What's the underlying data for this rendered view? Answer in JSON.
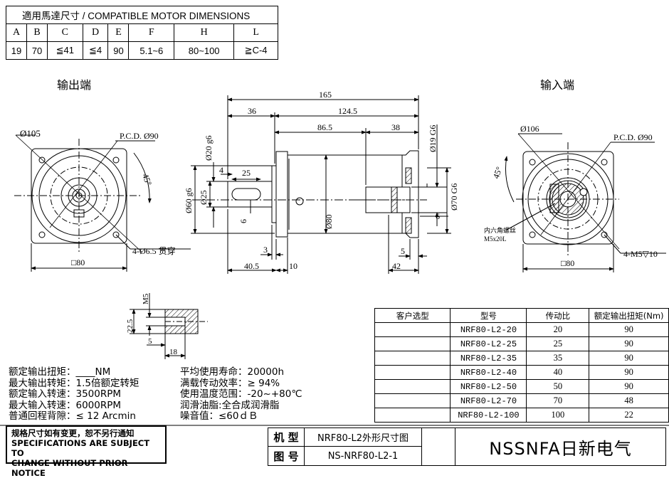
{
  "compat_table": {
    "title": "適用馬達尺寸 / COMPATIBLE MOTOR DIMENSIONS",
    "headers": [
      "A",
      "B",
      "C",
      "D",
      "E",
      "F",
      "H",
      "L"
    ],
    "values": [
      "19",
      "70",
      "≦41",
      "≦4",
      "90",
      "5.1~6",
      "80~100",
      "≧C-4"
    ]
  },
  "views": {
    "output_label": "输出端",
    "input_label": "输入端"
  },
  "output_view": {
    "diameter": "Ø105",
    "pcd": "P.C.D. Ø90",
    "angle": "45°",
    "holes": "4-Ø6.5 贯穿",
    "square": "□80"
  },
  "side_view": {
    "dims": {
      "overall": "165",
      "body": "124.5",
      "shaft_len": "36",
      "d86": "86.5",
      "d38": "38",
      "shaft_dia": "Ø20 g6",
      "pilot_dia": "Ø60 g6",
      "shaft_25": "Ø25",
      "key4": "4",
      "key25": "25",
      "key6": "6",
      "d80": "Ø80",
      "d3": "3",
      "d40_5": "40.5",
      "d10": "10",
      "d42": "42",
      "d5": "5",
      "in_dia": "Ø19 G6",
      "in_pilot": "Ø70 G6",
      "in6": "6"
    }
  },
  "input_view": {
    "diameter": "Ø106",
    "pcd": "P.C.D. Ø90",
    "angle": "45°",
    "screw_note_1": "内六角螺丝",
    "screw_note_2": "M5x20L",
    "holes": "4-M5▽10",
    "square": "□80"
  },
  "detail": {
    "m5": "M5",
    "d22_5": "22.5",
    "d5": "5",
    "d18": "18"
  },
  "specs": {
    "left": [
      {
        "label": "额定输出扭矩：",
        "value": "____NM"
      },
      {
        "label": "最大输出转矩：",
        "value": "1.5倍额定转矩"
      },
      {
        "label": "额定输入转速：",
        "value": "3500RPM"
      },
      {
        "label": "最大输入转速：",
        "value": "6000RPM"
      },
      {
        "label": "普通回程背隙：",
        "value": "≤ 12 Arcmin"
      }
    ],
    "right": [
      {
        "label": "平均使用寿命：",
        "value": "20000h"
      },
      {
        "label": "满载传动效率：",
        "value": "≥  94%"
      },
      {
        "label": "使用温度范围：",
        "value": "-20~+80℃"
      },
      {
        "label": "润滑油脂:",
        "value": "全合成润滑脂"
      },
      {
        "label": "噪音值",
        "value": "：≤60ｄＢ"
      }
    ]
  },
  "ratio_table": {
    "headers": [
      "客户选型",
      "型号",
      "传动比",
      "额定输出扭矩(Nm)"
    ],
    "rows": [
      {
        "customer": "",
        "model": "NRF80-L2-20",
        "ratio": "20",
        "torque": "90"
      },
      {
        "customer": "",
        "model": "NRF80-L2-25",
        "ratio": "25",
        "torque": "90"
      },
      {
        "customer": "",
        "model": "NRF80-L2-35",
        "ratio": "35",
        "torque": "90"
      },
      {
        "customer": "",
        "model": "NRF80-L2-40",
        "ratio": "40",
        "torque": "90"
      },
      {
        "customer": "",
        "model": "NRF80-L2-50",
        "ratio": "50",
        "torque": "90"
      },
      {
        "customer": "",
        "model": "NRF80-L2-70",
        "ratio": "70",
        "torque": "48"
      },
      {
        "customer": "",
        "model": "NRF80-L2-100",
        "ratio": "100",
        "torque": "22"
      }
    ]
  },
  "notice": {
    "line1": "规格尺寸如有变更，恕不另行通知",
    "line2": "SPECIFICATIONS ARE SUBJECT TO",
    "line3": "CHANGE WITHOUT PRIOR NOTICE"
  },
  "title_block": {
    "model_label": "机 型",
    "model_value": "NRF80-L2外形尺寸图",
    "drawing_label": "图 号",
    "drawing_value": "NS-NRF80-L2-1",
    "company": "NSSNFA日新电气"
  }
}
